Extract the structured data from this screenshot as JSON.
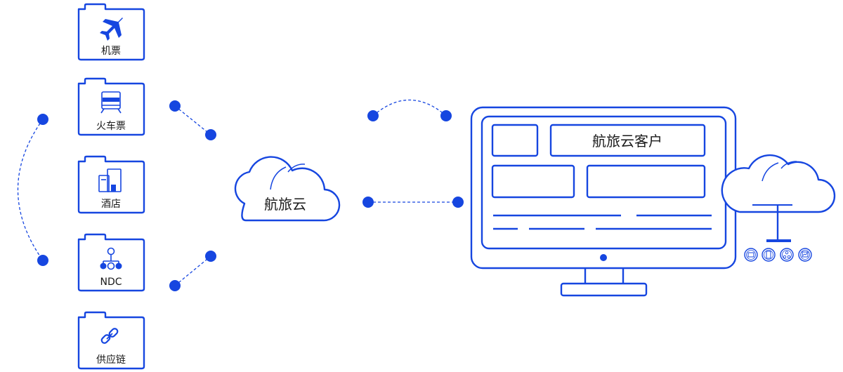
{
  "colors": {
    "primary": "#1646e0",
    "text": "#1a1a1a",
    "background": "#ffffff"
  },
  "services": [
    {
      "label": "机票",
      "icon": "airplane-icon"
    },
    {
      "label": "火车票",
      "icon": "train-icon"
    },
    {
      "label": "酒店",
      "icon": "hotel-building-icon"
    },
    {
      "label": "NDC",
      "icon": "network-nodes-icon"
    },
    {
      "label": "供应链",
      "icon": "chain-link-icon"
    }
  ],
  "cloud": {
    "label": "航旅云"
  },
  "client": {
    "header_label": "航旅云客户"
  },
  "mini_icons": [
    "card-icon",
    "phone-icon",
    "nodes-icon",
    "chart-icon"
  ]
}
